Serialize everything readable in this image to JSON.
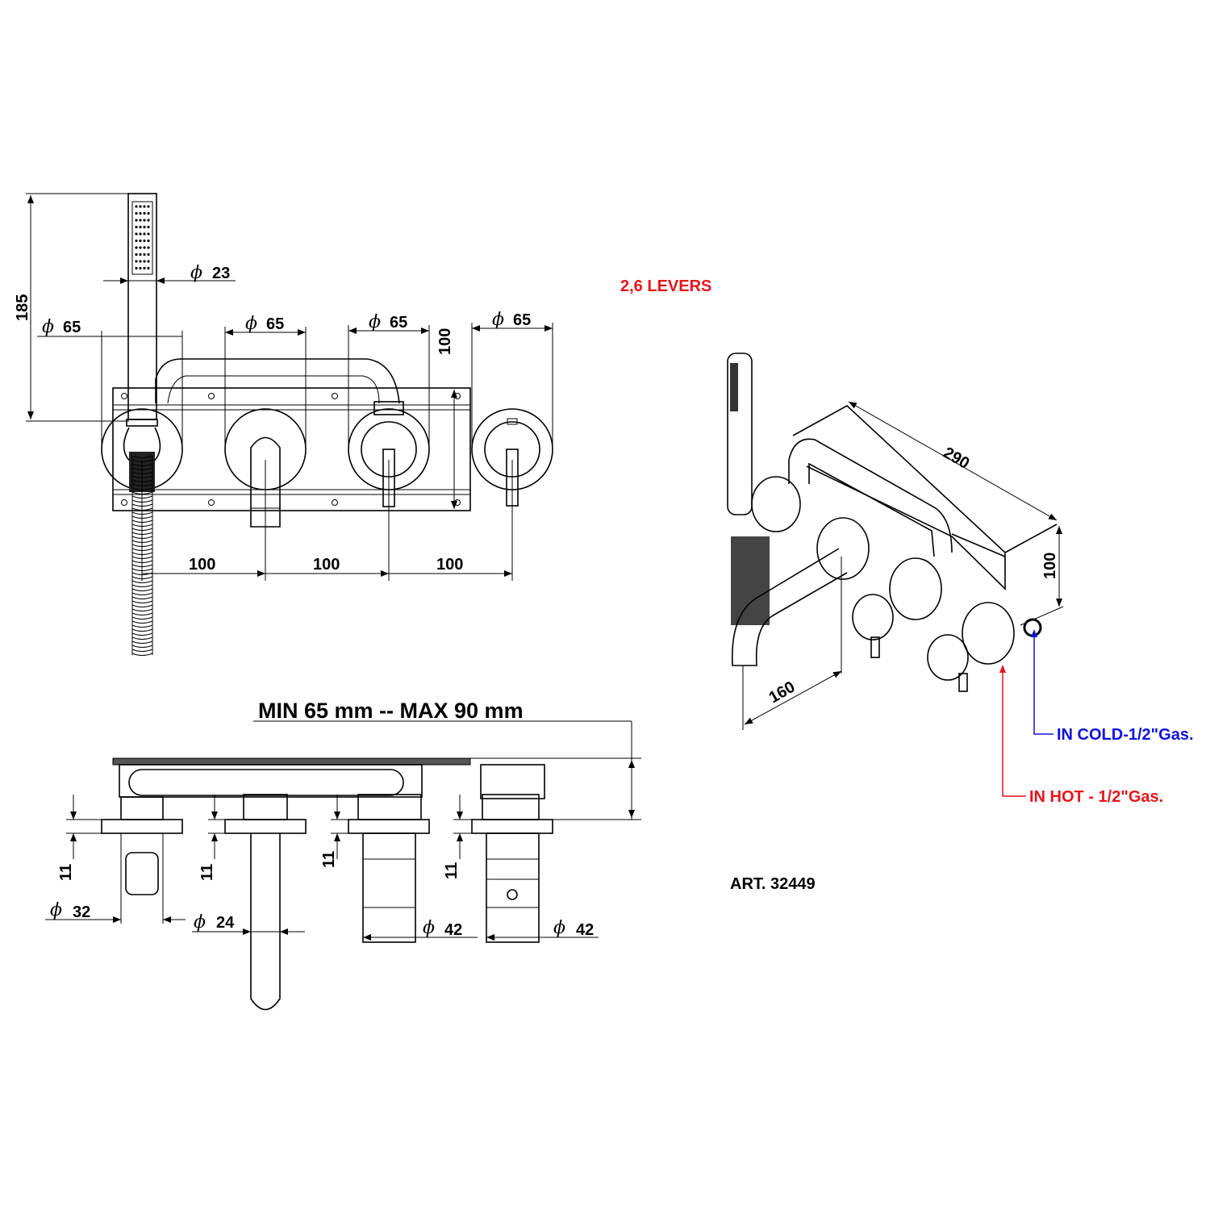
{
  "colors": {
    "hot": "#e8141b",
    "cold": "#1010e0",
    "line": "#000000"
  },
  "phi_symbol": "ϕ",
  "front_view": {
    "height_total": "185",
    "handshower_diameter": "23",
    "plate_diameters": [
      "65",
      "65",
      "65",
      "65"
    ],
    "plate_height": "100",
    "spacings": [
      "100",
      "100",
      "100"
    ]
  },
  "side_view": {
    "depth_range": "MIN 65 mm -- MAX 90 mm",
    "offsets": [
      "11",
      "11",
      "11",
      "11"
    ],
    "holder_diameter": "32",
    "spout_diameter": "24",
    "handle_diameters": [
      "42",
      "42"
    ]
  },
  "iso_view": {
    "title": "2,6 LEVERS",
    "length": "290",
    "height": "100",
    "spout_reach": "160",
    "cold_inlet": "IN COLD-1/2\"Gas.",
    "hot_inlet": "IN HOT - 1/2\"Gas."
  },
  "article": "ART. 32449"
}
